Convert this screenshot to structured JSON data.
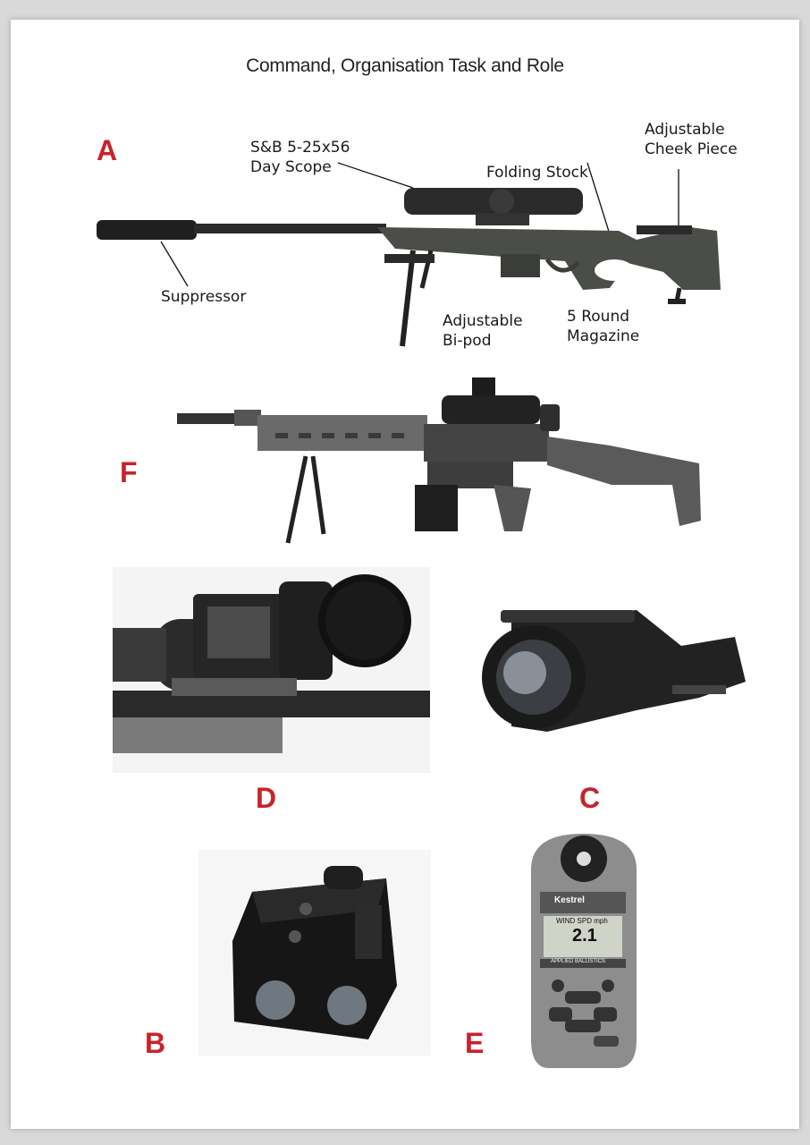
{
  "page": {
    "title": "Command, Organisation Task and Role"
  },
  "figure_letters": {
    "a": "A",
    "f": "F",
    "d": "D",
    "c": "C",
    "b": "B",
    "e": "E"
  },
  "rifle_a_labels": {
    "scope_line1": "S&B 5-25x56",
    "scope_line2": "Day Scope",
    "folding_stock": "Folding Stock",
    "cheek_line1": "Adjustable",
    "cheek_line2": "Cheek Piece",
    "suppressor": "Suppressor",
    "bipod_line1": "Adjustable",
    "bipod_line2": "Bi-pod",
    "magazine_line1": "5 Round",
    "magazine_line2": "Magazine"
  },
  "kestrel_display": {
    "brand": "Kestrel",
    "readout_label": "WIND SPD mph",
    "readout_value": "2.1",
    "subtext": "APPLIED BALLISTICS"
  },
  "colors": {
    "letter_red": "#c8232c",
    "background": "#d9d9d9",
    "page": "#ffffff"
  }
}
